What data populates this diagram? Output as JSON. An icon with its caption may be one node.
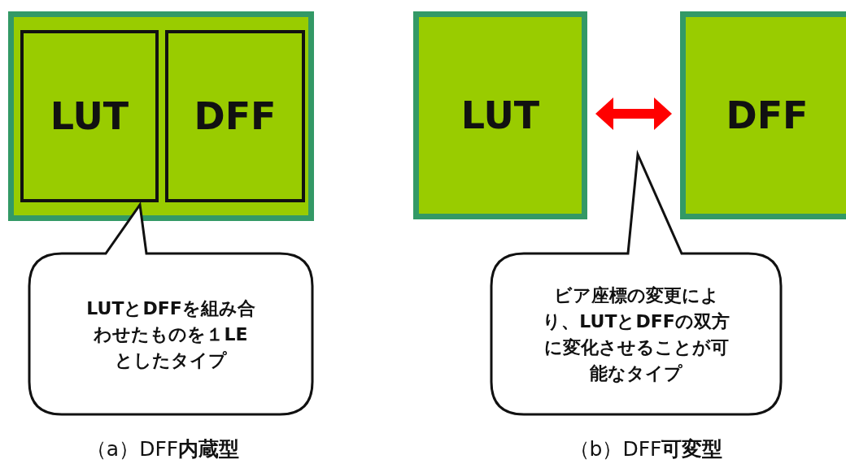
{
  "diagram": {
    "nodes": [
      {
        "text": [],
        "shape": "box"
      },
      {
        "text": [
          "LUT"
        ],
        "in": 0
      },
      {
        "text": [
          "DFF"
        ],
        "in": 0
      },
      {
        "text": [
          "LUTとDFFを組み合わせたものを１LEとしたタイプ"
        ]
      },
      {
        "text": [
          "LUT"
        ]
      },
      {
        "text": [
          "DFF"
        ]
      },
      {
        "text": [
          "ビア座標の変更により、LUTとDFFの双方に変化させることが可能なタイプ"
        ]
      }
    ],
    "edges": [
      {
        "from": 4,
        "to": 5,
        "arrow": "both",
        "color": "#ff0000"
      }
    ],
    "labels": [
      "（a）DFF**内蔵型**",
      "（b）DFF**可変型**"
    ]
  }
}
